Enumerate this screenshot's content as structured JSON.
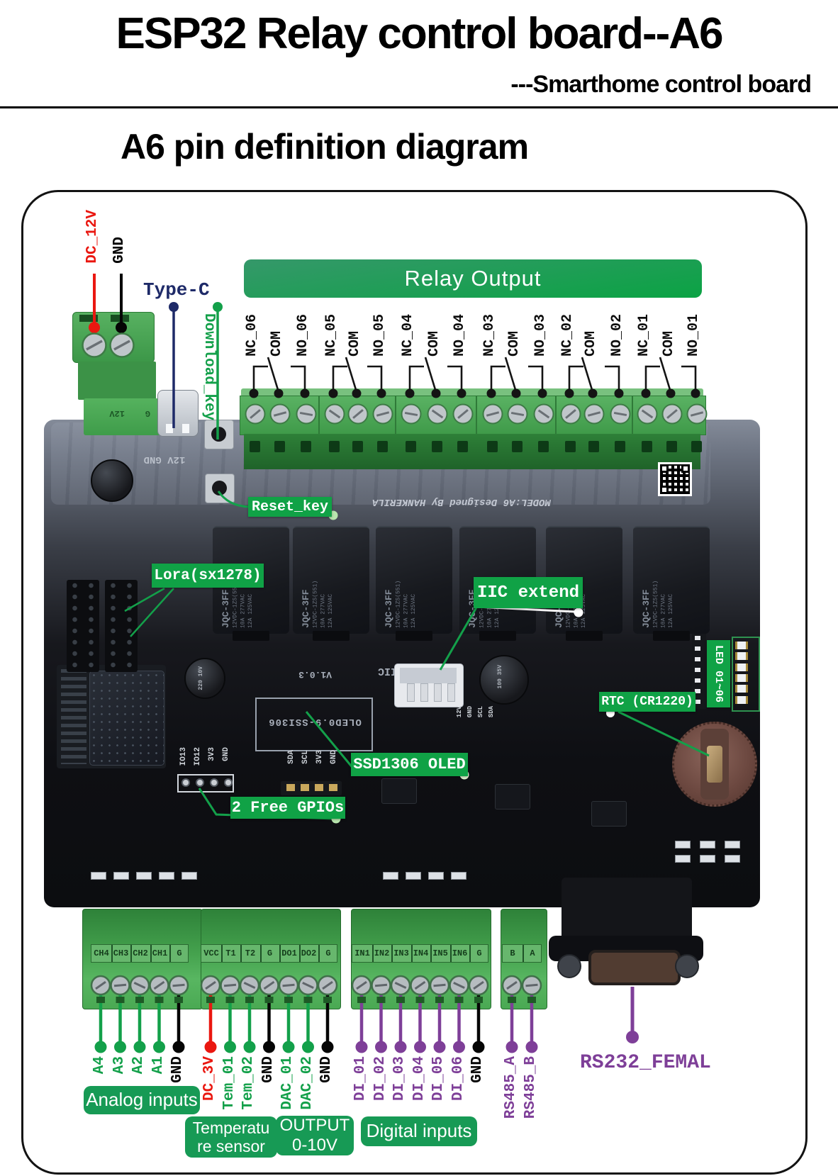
{
  "page": {
    "title": "ESP32 Relay control board--A6",
    "subtitle": "---Smarthome control board",
    "section_title": "A6 pin definition diagram"
  },
  "colors": {
    "green": "#13a04a",
    "red": "#ea1710",
    "purple": "#7e3f98",
    "navy": "#1e2a68",
    "black": "#050505",
    "callout_bg": "#10a246",
    "box_bg": "#179a55",
    "banner_top": "#35986a",
    "banner_bottom": "#0ba344"
  },
  "power": {
    "dc12v": "DC_12V",
    "gnd": "GND",
    "typec": "Type-C",
    "download": "Download_key"
  },
  "relay": {
    "banner": "Relay  Output",
    "pins": [
      "NC_06",
      "COM",
      "NO_06",
      "NC_05",
      "COM",
      "NO_05",
      "NC_04",
      "COM",
      "NO_04",
      "NC_03",
      "COM",
      "NO_03",
      "NC_02",
      "COM",
      "NO_02",
      "NC_01",
      "COM",
      "NO_01"
    ]
  },
  "callouts": {
    "reset": "Reset_key",
    "lora": "Lora(sx1278)",
    "iic": "IIC extend",
    "rtc": "RTC (CR1220)",
    "oled": "SSD1306 OLED",
    "gpio": "2 Free GPIOs",
    "led": "LED 01~06"
  },
  "bottom": {
    "pins": [
      {
        "label": "A4",
        "color": "green"
      },
      {
        "label": "A3",
        "color": "green"
      },
      {
        "label": "A2",
        "color": "green"
      },
      {
        "label": "A1",
        "color": "green"
      },
      {
        "label": "GND",
        "color": "black"
      },
      {
        "label": "DC_3V",
        "color": "red"
      },
      {
        "label": "Tem_01",
        "color": "green"
      },
      {
        "label": "Tem_02",
        "color": "green"
      },
      {
        "label": "GND",
        "color": "black"
      },
      {
        "label": "DAC_01",
        "color": "green"
      },
      {
        "label": "DAC_02",
        "color": "green"
      },
      {
        "label": "GND",
        "color": "black"
      },
      {
        "label": "DI_01",
        "color": "purple"
      },
      {
        "label": "DI_02",
        "color": "purple"
      },
      {
        "label": "DI_03",
        "color": "purple"
      },
      {
        "label": "DI_04",
        "color": "purple"
      },
      {
        "label": "DI_05",
        "color": "purple"
      },
      {
        "label": "DI_06",
        "color": "purple"
      },
      {
        "label": "GND",
        "color": "black"
      },
      {
        "label": "RS485_A",
        "color": "purple"
      },
      {
        "label": "RS485_B",
        "color": "purple"
      }
    ],
    "boxes": [
      "Analog inputs",
      "Temperatu re sensor",
      "OUTPUT 0-10V",
      "Digital inputs"
    ],
    "rs232": "RS232_FEMAL"
  },
  "terminal_blocks": [
    {
      "labels": [
        "CH4",
        "CH3",
        "CH2",
        "CH1",
        "G"
      ]
    },
    {
      "labels": [
        "VCC",
        "T1",
        "T2",
        "G",
        "DO1",
        "DO2",
        "G"
      ]
    },
    {
      "labels": [
        "IN1",
        "IN2",
        "IN3",
        "IN4",
        "IN5",
        "IN6",
        "G"
      ]
    },
    {
      "labels": [
        "B",
        "A"
      ]
    }
  ],
  "silkscreen": {
    "model_line": "MODEL:A6   Designed By   HANKERILA",
    "pcb_power": "12V   GND",
    "terminal_12v": "12V",
    "terminal_g": "G",
    "version": "V1.0.3",
    "iic": "IIC",
    "oled_footprint": "OLED0.9-SSI306",
    "oled_pins": [
      "SDA",
      "SCL",
      "3V3",
      "GND"
    ],
    "gpio_pins": [
      "IO13",
      "IO12",
      "3V3",
      "GND"
    ],
    "iic_pins": [
      "12V",
      "GND",
      "SCL",
      "SDA"
    ],
    "relay_marking": "JQC-3FF",
    "relay_sub1": "12VDC-1ZS(551)",
    "relay_sub2": "10A 277VAC",
    "relay_sub3": "12A 125VAC",
    "cap2": "220 10V",
    "cap3": "100 35V"
  }
}
